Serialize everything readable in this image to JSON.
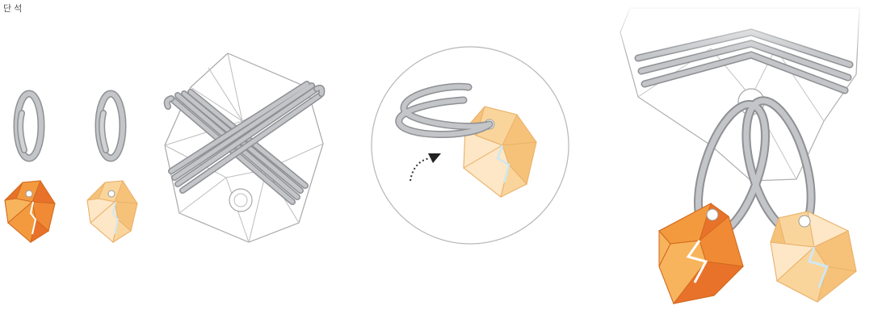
{
  "figure": {
    "corner_label": "단 석",
    "steps": [
      {
        "id": "step-1",
        "description_items": [
          "split-ring",
          "orange-crystal-pendant"
        ]
      },
      {
        "id": "step-2",
        "description_items": [
          "split-ring",
          "light-crystal-pendant"
        ]
      },
      {
        "id": "step-3",
        "description_items": [
          "bundle-wrapped-crystal"
        ]
      },
      {
        "id": "step-4",
        "description_items": [
          "detail-circle",
          "coiled-ring",
          "light-crystal-pendant",
          "insert-arrow"
        ]
      },
      {
        "id": "step-5",
        "description_items": [
          "finished-assembly",
          "two-rings",
          "orange-crystal-pendant",
          "light-crystal-pendant"
        ]
      }
    ],
    "icons": [
      "split-ring-icon",
      "crystal-pendant-icon",
      "dotted-arrow-icon"
    ]
  },
  "colors": {
    "ring_fill": "#b9bbbe",
    "ring_stroke": "#8e9093",
    "outline": "#a8a8a8",
    "orange_dark": "#e8722a",
    "orange_mid": "#f39a3f",
    "orange_light": "#f7b45c",
    "peach_dark": "#f6c27a",
    "peach_mid": "#fad59b",
    "peach_light": "#fde7c6",
    "facet_highlight": "#cfe8f2"
  }
}
